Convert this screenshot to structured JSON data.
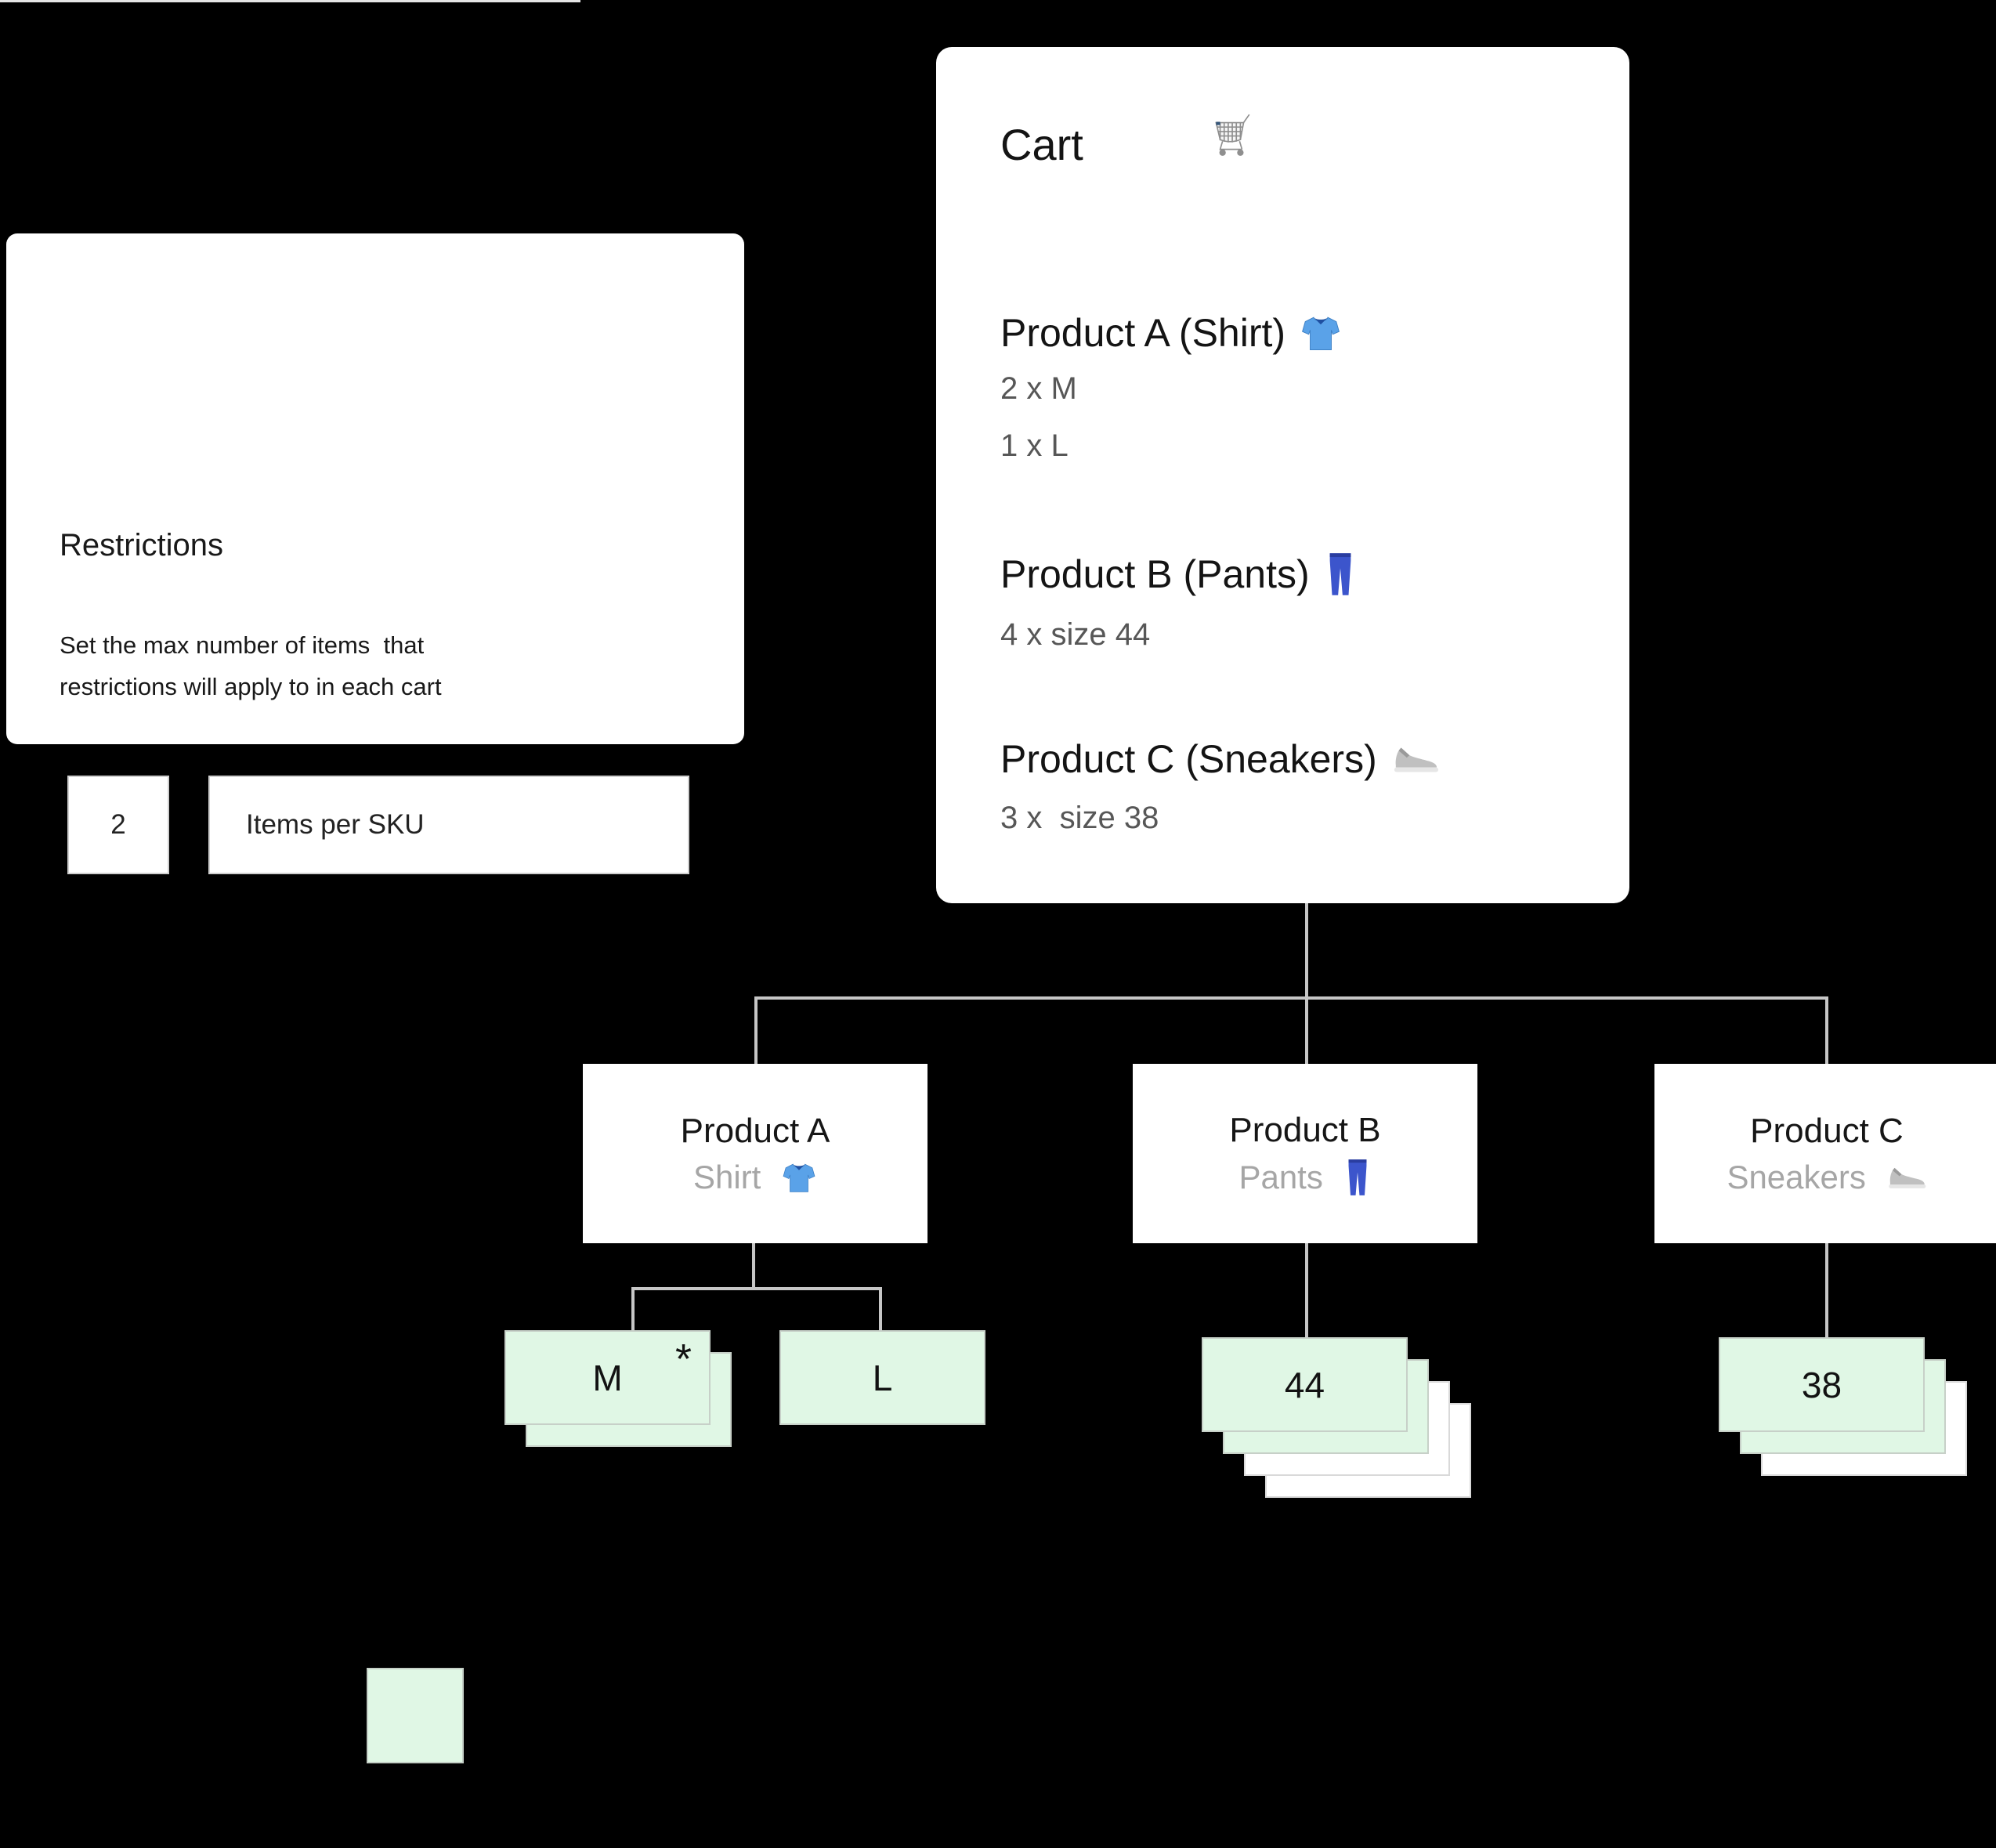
{
  "background": "#000000",
  "restrictions_card": {
    "title": "Restrictions",
    "description_line1": "Set the max number of items  that",
    "description_line2": "restrictions will apply to in each cart",
    "max_items_value": "2",
    "max_items_label": "Items per SKU"
  },
  "cart_panel": {
    "title": "Cart",
    "icon": "shopping-cart-icon",
    "items": [
      {
        "name": "Product A (Shirt)",
        "icon": "shirt-icon",
        "quantities": [
          "2 x M",
          "1 x L"
        ]
      },
      {
        "name": "Product B (Pants)",
        "icon": "pants-icon",
        "quantities": [
          "4 x size 44"
        ]
      },
      {
        "name": "Product C (Sneakers)",
        "icon": "sneaker-icon",
        "quantities": [
          "3 x  size 38"
        ]
      }
    ]
  },
  "tree": {
    "nodes": [
      {
        "title": "Product A",
        "subtitle": "Shirt ",
        "icon": "shirt-icon"
      },
      {
        "title": "Product B",
        "subtitle": "Pants ",
        "icon": "pants-icon"
      },
      {
        "title": "Product C",
        "subtitle": "Sneakers ",
        "icon": "sneaker-icon"
      }
    ],
    "sku_cards": {
      "m": {
        "label": "M",
        "marker": "*",
        "cards": [
          "green",
          "green"
        ]
      },
      "l": {
        "label": "L",
        "cards": [
          "green"
        ]
      },
      "size44": {
        "label": "44",
        "cards": [
          "green",
          "green",
          "white",
          "white"
        ]
      },
      "size38": {
        "label": "38",
        "cards": [
          "green",
          "green",
          "white"
        ]
      }
    }
  },
  "legend": {
    "swatch_color": "#e0f7e5"
  },
  "colors": {
    "card_green": "#e0f7e5",
    "card_green_border": "#c7d0c8",
    "card_white_border": "#d9d9d9",
    "connector": "#c6c6c6",
    "cart_muted_text": "#575757",
    "node_subtitle_text": "#a6a6a6"
  }
}
